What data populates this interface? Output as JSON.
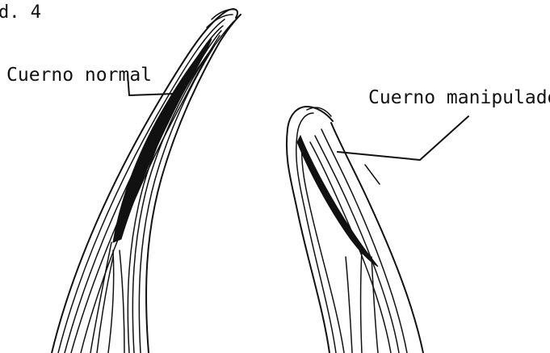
{
  "figure": {
    "fig_label": "d. 4"
  },
  "labels": {
    "normal": "Cuerno normal",
    "manipulated": "Cuerno manipulado"
  },
  "colors": {
    "ink": "#111111",
    "background": "#ffffff"
  }
}
